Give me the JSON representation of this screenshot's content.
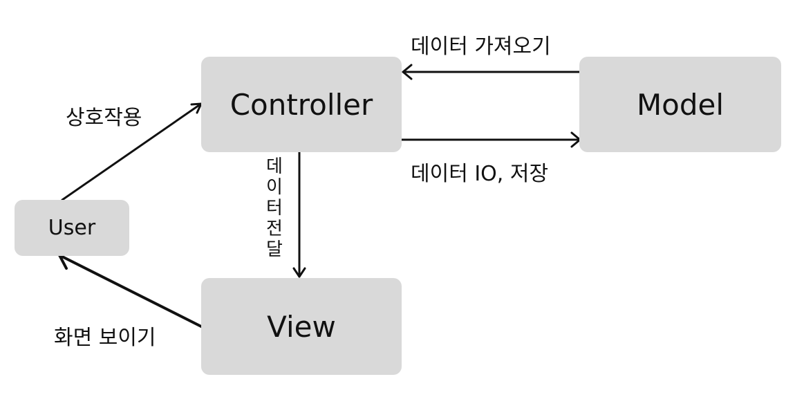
{
  "nodes": {
    "controller": "Controller",
    "model": "Model",
    "view": "View",
    "user": "User"
  },
  "edges": {
    "user_to_controller": "상호작용",
    "model_to_controller": "데이터 가져오기",
    "controller_to_model": "데이터 IO, 저장",
    "controller_to_view": "데이터전달",
    "view_to_user": "화면 보이기"
  },
  "colors": {
    "node_fill": "#d9d9d9",
    "stroke": "#111111",
    "background": "#ffffff"
  }
}
